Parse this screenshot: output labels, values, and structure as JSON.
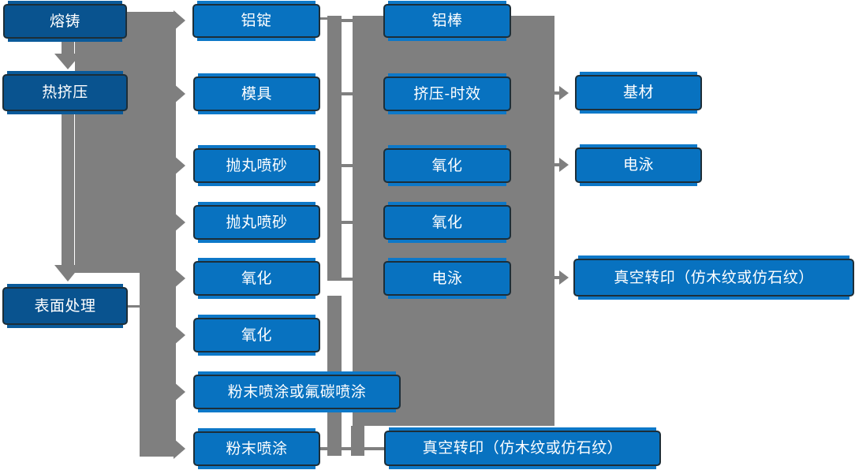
{
  "nodes": {
    "rongzhu": {
      "label": "熔铸"
    },
    "rejiya": {
      "label": "热挤压"
    },
    "biaomianchuli": {
      "label": "表面处理"
    },
    "lvding": {
      "label": "铝锭"
    },
    "muju": {
      "label": "模具"
    },
    "paowanpensha1": {
      "label": "抛丸喷砂"
    },
    "paowanpensha2": {
      "label": "抛丸喷砂"
    },
    "yanghua1": {
      "label": "氧化"
    },
    "yanghua2": {
      "label": "氧化"
    },
    "fenmo_futan": {
      "label": "粉末喷涂或氟碳喷涂"
    },
    "fenmopentu": {
      "label": "粉末喷涂"
    },
    "lvbang": {
      "label": "铝棒"
    },
    "jiya_shixiao": {
      "label": "挤压-时效"
    },
    "yanghua3": {
      "label": "氧化"
    },
    "yanghua4": {
      "label": "氧化"
    },
    "dianyong1": {
      "label": "电泳"
    },
    "zhenkong_bottom": {
      "label": "真空转印（仿木纹或仿石纹）"
    },
    "jicai": {
      "label": "基材"
    },
    "dianyong2": {
      "label": "电泳"
    },
    "zhenkong_right": {
      "label": "真空转印（仿木纹或仿石纹）"
    }
  },
  "connections": {
    "vertical_flow": [
      "熔铸→热挤压",
      "热挤压→表面处理"
    ],
    "left_trunk_targets": [
      "铝锭",
      "模具",
      "抛丸喷砂",
      "抛丸喷砂",
      "氧化",
      "氧化",
      "粉末喷涂或氟碳喷涂",
      "粉末喷涂"
    ],
    "middle_block_targets": [
      "基材",
      "电泳",
      "真空转印（仿木纹或仿石纹）"
    ],
    "bottom_link": "粉末喷涂→真空转印（仿木纹或仿石纹）"
  },
  "colors": {
    "stage_fill": "#09538f",
    "process_fill": "#0872c0",
    "connector_gray": "#7f7f7f",
    "box_border": "#1d2e38",
    "box_glow": "#0d78c8",
    "text": "#ffffff",
    "background": "#ffffff"
  }
}
